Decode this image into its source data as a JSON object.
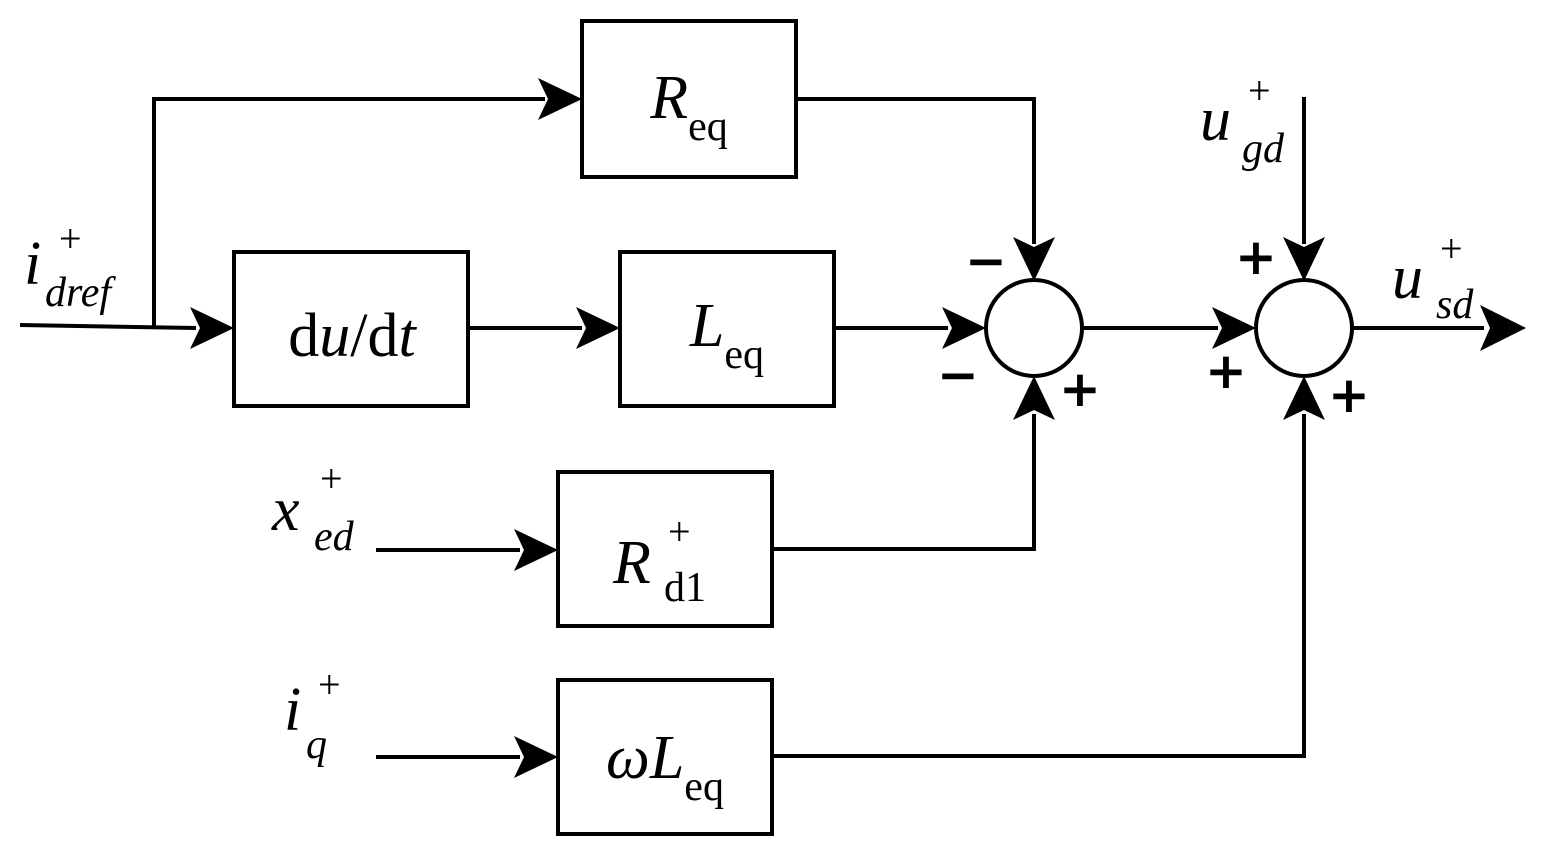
{
  "blocks": {
    "r_eq": {
      "main": "R",
      "sub": "eq"
    },
    "derivative": {
      "d1": "d",
      "u": "u",
      "slash": "/",
      "d2": "d",
      "t": "t"
    },
    "l_eq": {
      "main": "L",
      "sub": "eq"
    },
    "r_d1": {
      "main": "R",
      "sup": "+",
      "sub": "d1"
    },
    "omega_l_eq": {
      "omega": "ω",
      "main": "L",
      "sub": "eq"
    }
  },
  "inputs": {
    "i_dref": {
      "main": "i",
      "sup": "+",
      "sub": "dref"
    },
    "x_ed": {
      "main": "x",
      "sup": "+",
      "sub": "ed"
    },
    "i_q": {
      "main": "i",
      "sup": "+",
      "sub": "q"
    },
    "u_gd": {
      "main": "u",
      "sup": "+",
      "sub": "gd"
    }
  },
  "output": {
    "u_sd": {
      "main": "u",
      "sup": "+",
      "sub": "sd"
    }
  },
  "summing_junction_1": {
    "sign_top": "−",
    "sign_left": "−",
    "sign_bottom": "+"
  },
  "summing_junction_2": {
    "sign_top": "+",
    "sign_left": "+",
    "sign_bottom": "+"
  }
}
